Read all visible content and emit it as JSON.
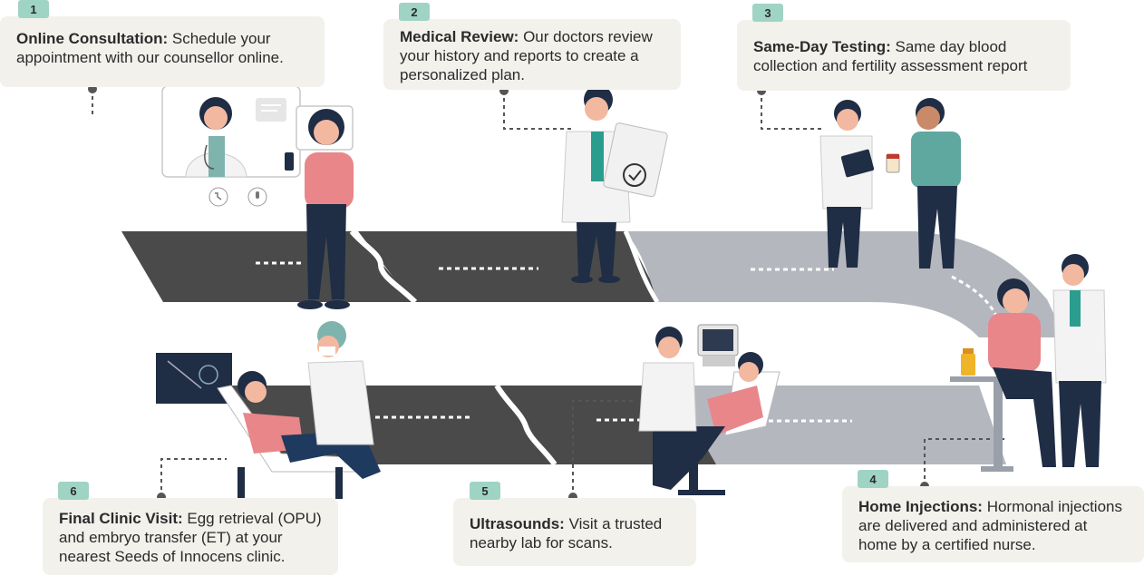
{
  "steps": [
    {
      "num": "1",
      "title": "Online Consultation:",
      "text": "Schedule your appointment with our counsellor online."
    },
    {
      "num": "2",
      "title": "Medical Review:",
      "text": "Our doctors review your history and reports to create a personalized plan."
    },
    {
      "num": "3",
      "title": "Same-Day Testing:",
      "text": "Same day blood collection and fertility assessment report"
    },
    {
      "num": "4",
      "title": "Home Injections:",
      "text": "Hormonal injections are delivered and administered at home by a certified nurse."
    },
    {
      "num": "5",
      "title": "Ultrasounds:",
      "text": "Visit a trusted nearby lab for scans."
    },
    {
      "num": "6",
      "title": "Final Clinic Visit:",
      "text": "Egg retrieval (OPU) and embryo transfer (ET) at your nearest Seeds of Innocens clinic."
    }
  ],
  "colors": {
    "road_dark": "#4a4a4a",
    "road_light": "#b5b7bf",
    "badge": "#9fd4c4",
    "card": "#f3f1ec",
    "navy": "#1f2d45",
    "teal": "#2a9d8f",
    "pink": "#e8868a"
  }
}
